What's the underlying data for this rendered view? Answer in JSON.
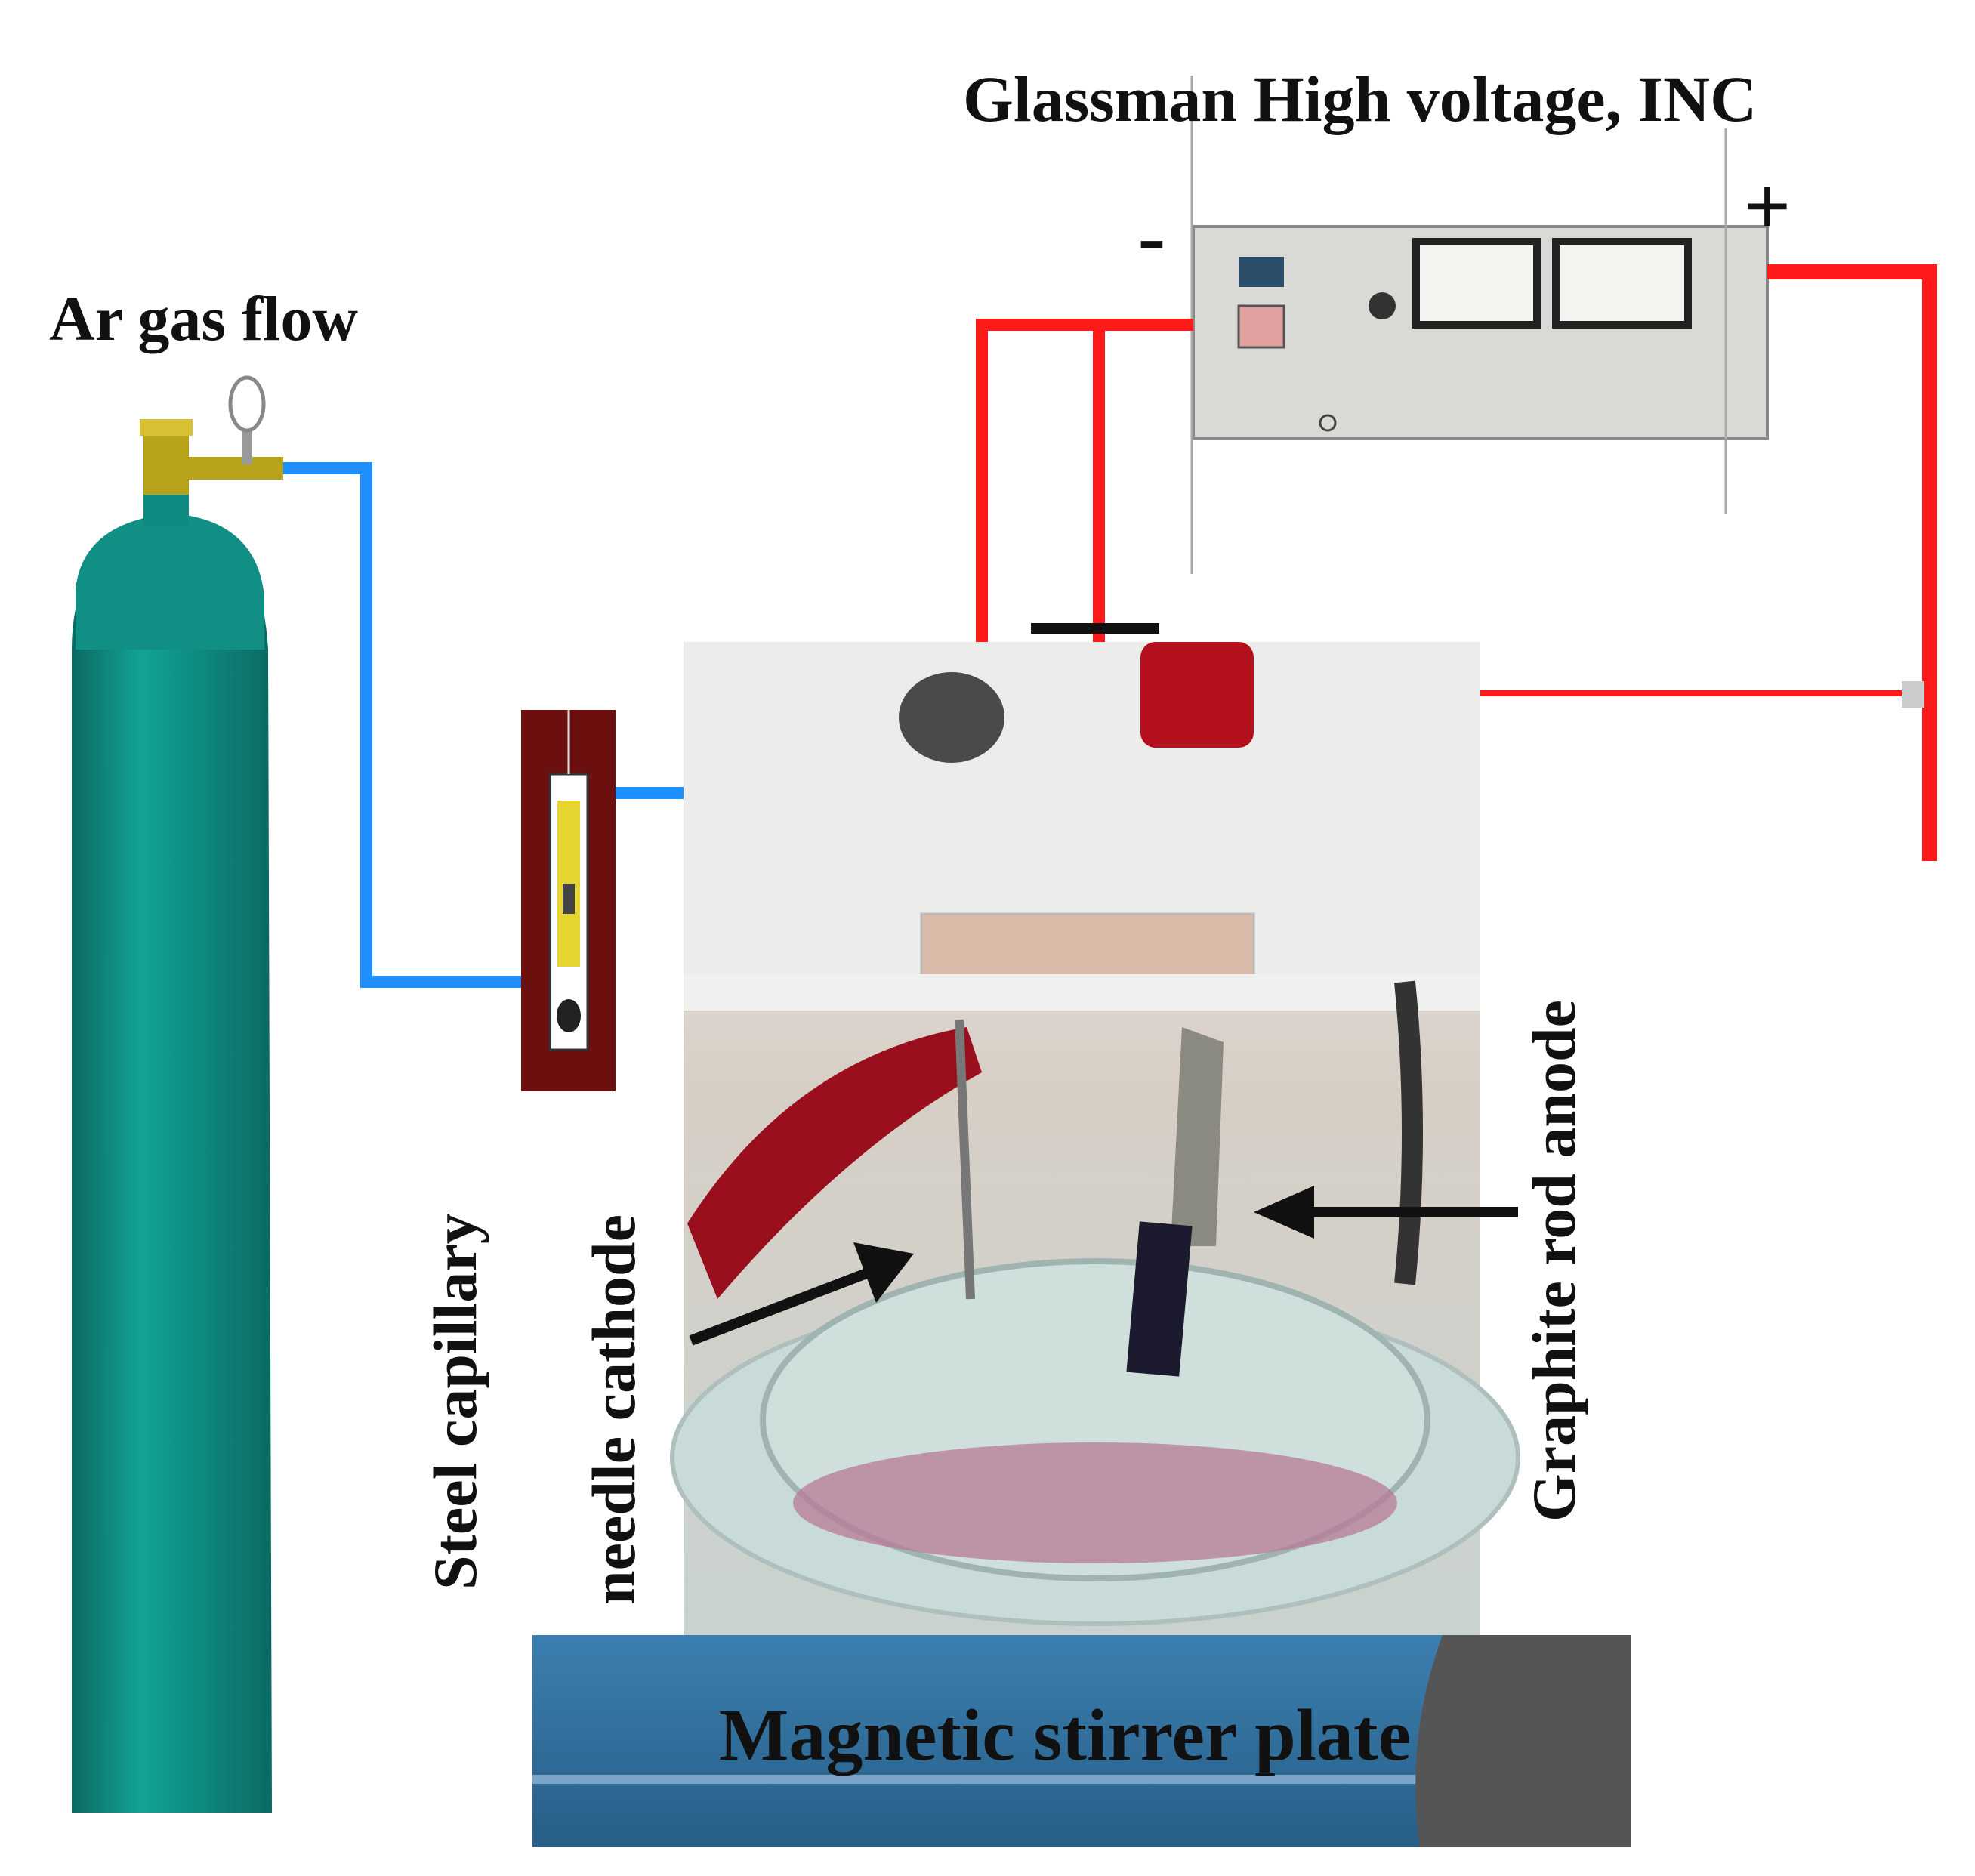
{
  "labels": {
    "power_supply": "Glassman High voltage, INC",
    "gas": "Ar gas flow",
    "capillary": "Steel capillary",
    "cathode": "needle cathode",
    "anode": "Graphite rod anode",
    "stirrer": "Magnetic stirrer plate",
    "minus": "-",
    "plus": "+"
  },
  "colors": {
    "wire": "#ff1a1a",
    "gas_line": "#1e90ff",
    "cylinder": "#0f8a80",
    "flowmeter_frame": "#6b0f0f",
    "stirrer_blue": "#2f6f9e",
    "stirrer_gray": "#555555"
  }
}
